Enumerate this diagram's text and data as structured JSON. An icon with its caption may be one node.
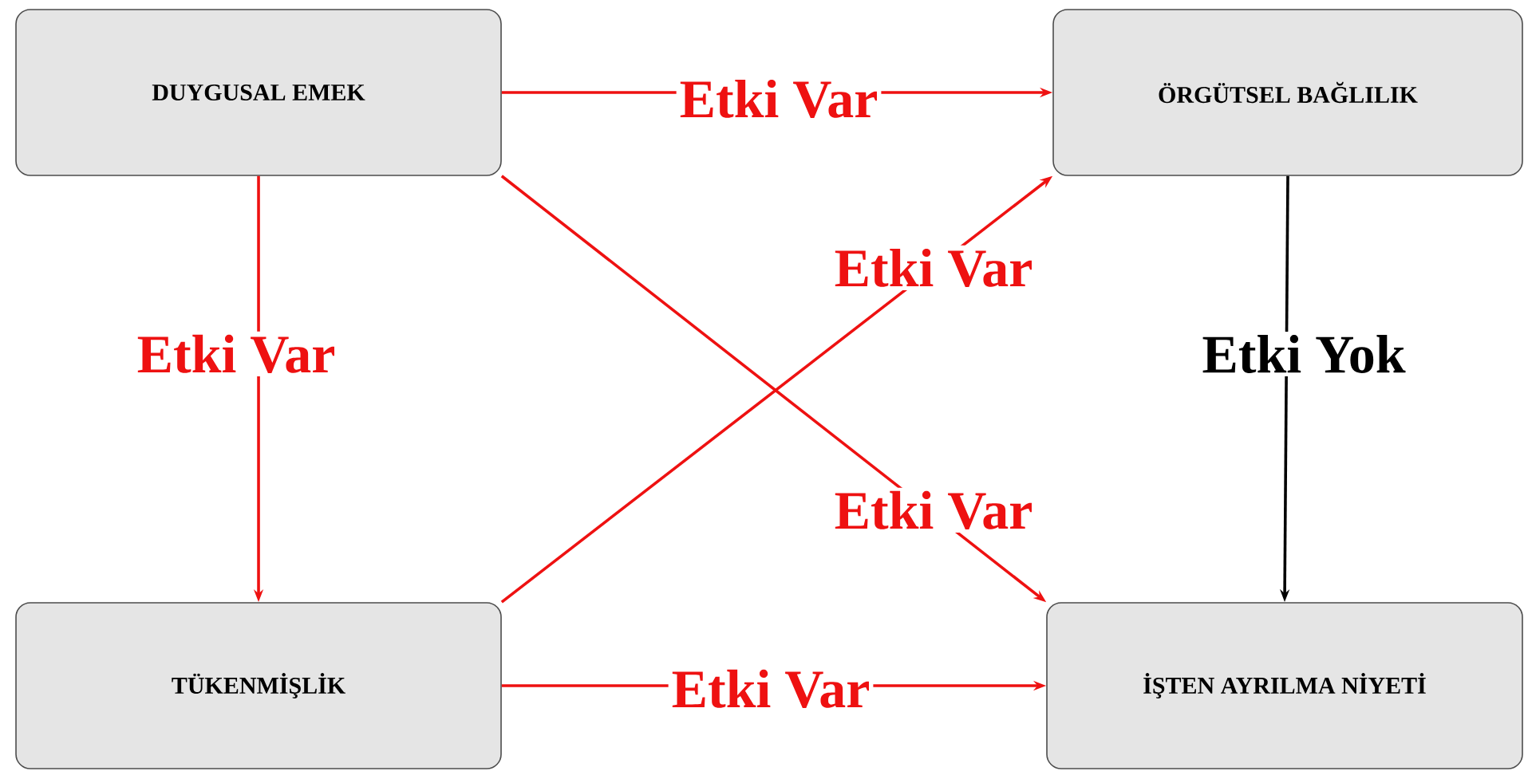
{
  "diagram": {
    "nodes": [
      {
        "text": [
          "DUYGUSAL EMEK"
        ]
      },
      {
        "text": [
          "ÖRGÜTSEL BAĞLILIK"
        ]
      },
      {
        "text": [
          "TÜKENMİŞLİK"
        ]
      },
      {
        "text": [
          "İŞTEN AYRILMA NİYETİ"
        ]
      }
    ],
    "edges": [
      {
        "from": 0,
        "to": 1,
        "arrow": "to",
        "label": "Etki Var"
      },
      {
        "from": 0,
        "to": 2,
        "arrow": "to",
        "label": "Etki Var"
      },
      {
        "from": 2,
        "to": 1,
        "arrow": "to",
        "label": "Etki Var"
      },
      {
        "from": 0,
        "to": 3,
        "arrow": "to",
        "label": "Etki Var"
      },
      {
        "from": 1,
        "to": 3,
        "arrow": "to",
        "label": "Etki Yok",
        "color": "#000000"
      },
      {
        "from": 2,
        "to": 3,
        "arrow": "to",
        "label": "Etki Var"
      }
    ]
  }
}
